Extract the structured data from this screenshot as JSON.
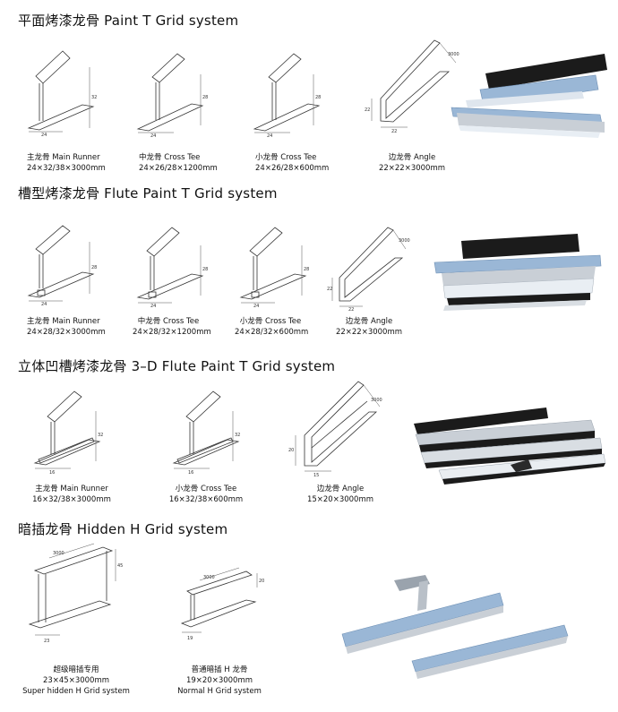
{
  "sections": [
    {
      "title": "平面烤漆龙骨   Paint T Grid system",
      "items": [
        {
          "name": "主龙骨 Main Runner",
          "spec": "24×32/38×3000mm",
          "dims": [
            "24",
            "32"
          ]
        },
        {
          "name": "中龙骨 Cross Tee",
          "spec": "24×26/28×1200mm",
          "dims": [
            "24",
            "28"
          ]
        },
        {
          "name": "小龙骨 Cross Tee",
          "spec": "24×26/28×600mm",
          "dims": [
            "24",
            "28"
          ]
        },
        {
          "name": "边龙骨 Angle",
          "spec": "22×22×3000mm",
          "dims": [
            "22",
            "3000",
            "22"
          ]
        }
      ]
    },
    {
      "title": "槽型烤漆龙骨   Flute Paint T Grid system",
      "items": [
        {
          "name": "主龙骨 Main Runner",
          "spec": "24×28/32×3000mm",
          "dims": [
            "24",
            "28"
          ]
        },
        {
          "name": "中龙骨 Cross Tee",
          "spec": "24×28/32×1200mm",
          "dims": [
            "24",
            "28"
          ]
        },
        {
          "name": "小龙骨 Cross Tee",
          "spec": "24×28/32×600mm",
          "dims": [
            "24",
            "28"
          ]
        },
        {
          "name": "边龙骨 Angle",
          "spec": "22×22×3000mm",
          "dims": [
            "22",
            "3000",
            "22"
          ]
        }
      ]
    },
    {
      "title": "立体凹槽烤漆龙骨   3–D Flute Paint T Grid system",
      "items": [
        {
          "name": "主龙骨 Main Runner",
          "spec": "16×32/38×3000mm",
          "dims": [
            "16",
            "32"
          ]
        },
        {
          "name": "小龙骨 Cross Tee",
          "spec": "16×32/38×600mm",
          "dims": [
            "16",
            "32"
          ]
        },
        {
          "name": "边龙骨 Angle",
          "spec": "15×20×3000mm",
          "dims": [
            "20",
            "3000",
            "15"
          ]
        }
      ]
    },
    {
      "title": "暗插龙骨   Hidden H Grid system",
      "items": [
        {
          "name": "超级暗插专用",
          "spec": "23×45×3000mm",
          "name_en": "Super hidden H Grid system",
          "dims": [
            "3000",
            "45",
            "23"
          ]
        },
        {
          "name": "普通暗插 H 龙骨",
          "spec": "19×20×3000mm",
          "name_en": "Normal H Grid system",
          "dims": [
            "3000",
            "20",
            "19"
          ]
        }
      ]
    }
  ],
  "colors": {
    "steel_blue": "#9ab7d6",
    "black_face": "#1b1b1b",
    "silver": "#c9cfd6"
  }
}
